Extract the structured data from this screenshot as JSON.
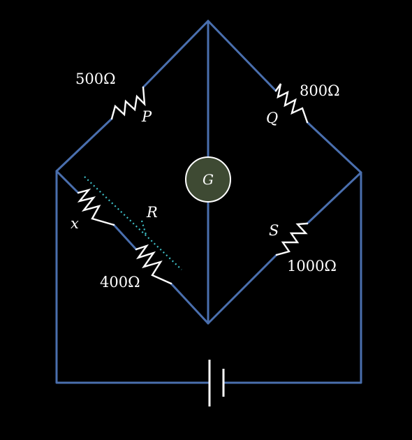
{
  "colors": {
    "background": "#000000",
    "wire": "#4a6fae",
    "resistor": "#ffffff",
    "galvanometer_fill": "#3e4a33",
    "rheostat_slider": "#3fc1c9"
  },
  "resistors": {
    "P": {
      "name": "P",
      "value": "500Ω"
    },
    "Q": {
      "name": "Q",
      "value": "800Ω"
    },
    "S": {
      "name": "S",
      "value": "1000Ω"
    },
    "x": {
      "name": "x"
    },
    "R": {
      "name": "R",
      "value": "400Ω"
    }
  },
  "galvanometer": {
    "label": "G"
  }
}
